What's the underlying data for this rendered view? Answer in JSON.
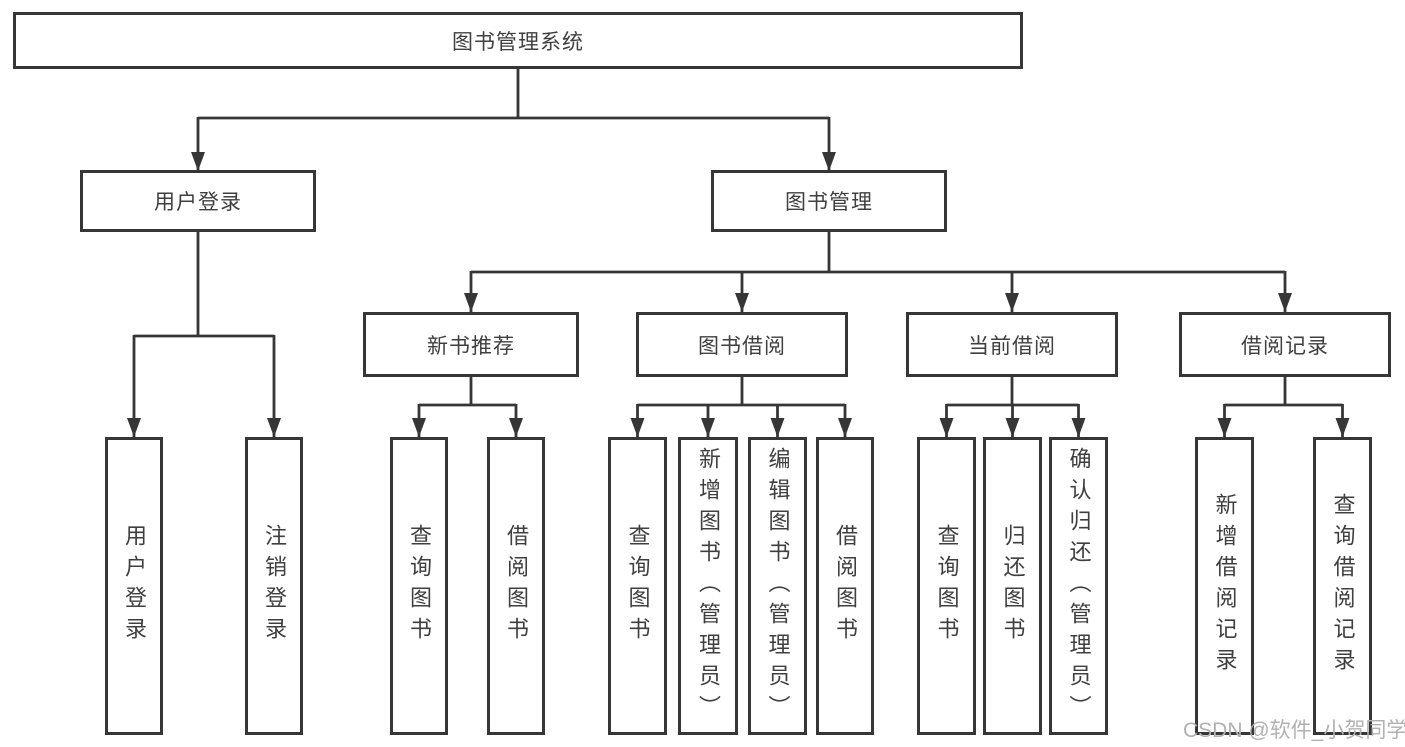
{
  "tree": {
    "label": "图书管理系统",
    "children": [
      {
        "label": "用户登录",
        "children": [
          {
            "label": "用户登录"
          },
          {
            "label": "注销登录"
          }
        ]
      },
      {
        "label": "图书管理",
        "children": [
          {
            "label": "新书推荐",
            "children": [
              {
                "label": "查询图书"
              },
              {
                "label": "借阅图书"
              }
            ]
          },
          {
            "label": "图书借阅",
            "children": [
              {
                "label": "查询图书"
              },
              {
                "label": "新增图书（管理员）"
              },
              {
                "label": "编辑图书（管理员）"
              },
              {
                "label": "借阅图书"
              }
            ]
          },
          {
            "label": "当前借阅",
            "children": [
              {
                "label": "查询图书"
              },
              {
                "label": "归还图书"
              },
              {
                "label": "确认归还（管理员）"
              }
            ]
          },
          {
            "label": "借阅记录",
            "children": [
              {
                "label": "新增借阅记录"
              },
              {
                "label": "查询借阅记录"
              }
            ]
          }
        ]
      }
    ]
  },
  "watermark": {
    "text": "CSDN @软件_小贺同学"
  },
  "colors": {
    "line": "#363636",
    "text": "#3f3f3f",
    "watermark": "#b1b1b1",
    "background": "#ffffff"
  }
}
